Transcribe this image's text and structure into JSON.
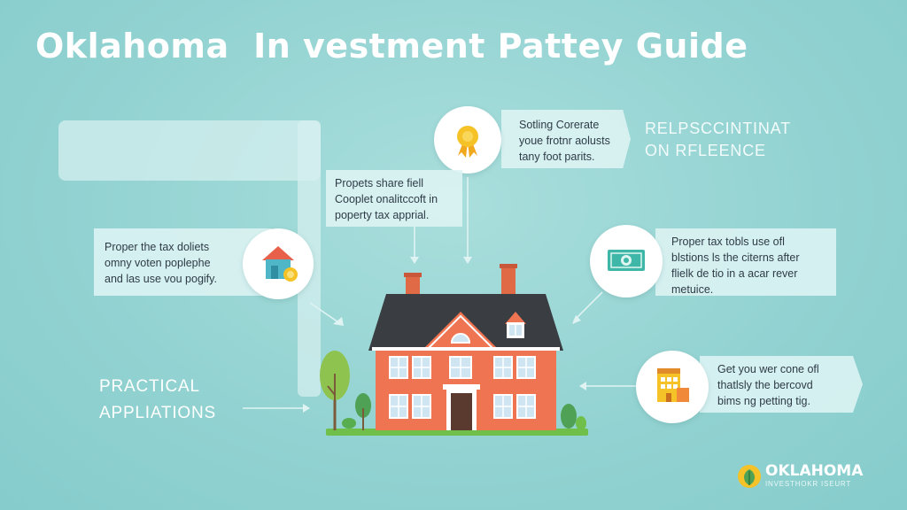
{
  "title": "Oklahoma  In vestment Pattey Guide",
  "callouts": {
    "top_center": {
      "line1": "Sotling Corerate",
      "line2": "youe frotnr aolusts",
      "line3": "tany foot parits."
    },
    "top_right_label": {
      "line1": "RELPSCCINTINAT",
      "line2": "ON RFLEENCE"
    },
    "middle_top": {
      "line1": "Propets share fiell",
      "line2": "Cooplet onalitccoft in",
      "line3": "poperty tax apprial."
    },
    "left": {
      "line1": "Proper the tax doliets",
      "line2": "omny voten poplephe",
      "line3": "and las use vou pogify."
    },
    "right_upper": {
      "line1": "Proper tax tobls use ofl",
      "line2": "blstions ls the citerns after",
      "line3": "flielk de tio in a acar rever",
      "line4": "metuice."
    },
    "right_lower": {
      "line1": "Get you wer cone ofl",
      "line2": "thatlsly the bercovd",
      "line3": "bims ng petting tig."
    }
  },
  "practical_label": {
    "line1": "PRACTICAL",
    "line2": "APPLIATIONS"
  },
  "brand": {
    "name": "OKLAHOMA",
    "sub": "INVESTHOKR ISEURT"
  },
  "colors": {
    "background": "#93d3d2",
    "house_wall": "#ee7452",
    "house_roof": "#3a3d42",
    "grass": "#6fbf4a",
    "accent_yellow": "#f5c328"
  },
  "icons": [
    "ribbon-icon",
    "house-icon",
    "money-icon",
    "building-icon",
    "brand-leaf-icon"
  ]
}
